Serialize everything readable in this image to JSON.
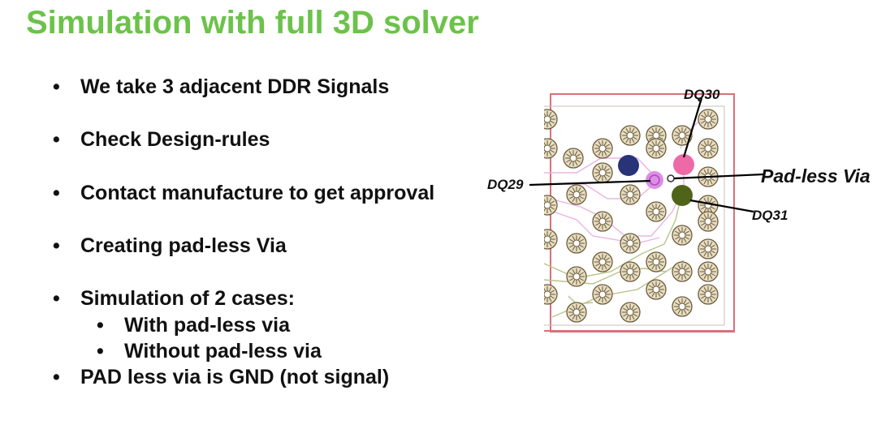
{
  "slide": {
    "title": "Simulation with full 3D solver"
  },
  "bullets": [
    {
      "text": "We take 3 adjacent DDR Signals",
      "level": 1
    },
    {
      "text": "Check Design-rules",
      "level": 1
    },
    {
      "text": "Contact manufacture to get approval",
      "level": 1
    },
    {
      "text": "Creating pad-less Via",
      "level": 1
    },
    {
      "text": "Simulation of 2 cases:",
      "level": 1
    },
    {
      "text": "With pad-less via",
      "level": 2
    },
    {
      "text": "Without pad-less via",
      "level": 2
    },
    {
      "text": "PAD less via is GND (not signal)",
      "level": 1
    }
  ],
  "bullet_glyph": "•",
  "diagram": {
    "labels": {
      "dq30": "DQ30",
      "dq29": "DQ29",
      "pad_less_via": "Pad-less Via",
      "dq31": "DQ31"
    },
    "colors": {
      "board_outline": "#d9707a",
      "pad": "#e6ddc2",
      "pad_ring": "#6b5a3a",
      "dq30_via": "#ee6aa7",
      "dq29_via": "#dc8ee6",
      "dq31_via": "#4f6419",
      "navy_via": "#283378",
      "trace_pink": "#e9b5e3",
      "trace_green": "#b8c48a"
    }
  }
}
